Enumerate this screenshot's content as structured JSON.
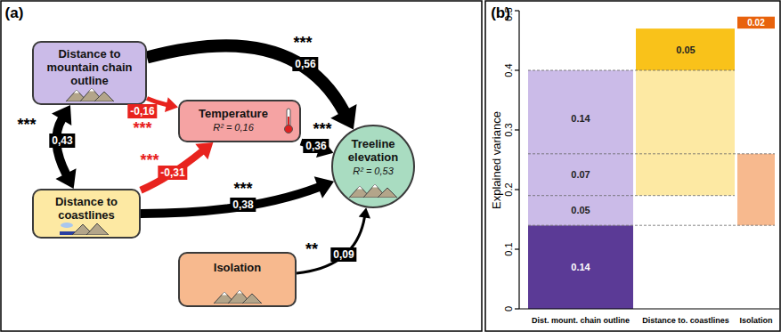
{
  "diagram": {
    "nodes": [
      {
        "text": [
          "Distance to mountain chain outline"
        ]
      },
      {
        "text": [
          "Temperature",
          "R² = 0,16"
        ]
      },
      {
        "text": [
          "Treeline elevation",
          "R² = 0,53"
        ]
      },
      {
        "text": [
          "Distance to coastlines"
        ]
      },
      {
        "text": [
          "Isolation"
        ]
      }
    ],
    "edges": [
      {
        "from": 0,
        "to": 2,
        "label": "0,56",
        "arrow": "to"
      },
      {
        "from": 0,
        "to": 3,
        "label": "0,43",
        "arrow": "both"
      },
      {
        "from": 0,
        "to": 1,
        "label": "-0,16",
        "arrow": "to"
      },
      {
        "from": 3,
        "to": 1,
        "label": "-0,31",
        "arrow": "to"
      },
      {
        "from": 1,
        "to": 2,
        "label": "0,36",
        "arrow": "to"
      },
      {
        "from": 3,
        "to": 2,
        "label": "0,38",
        "arrow": "to"
      },
      {
        "from": 4,
        "to": 2,
        "label": "0,09",
        "arrow": "to"
      }
    ],
    "labels": [
      "(a)",
      "***",
      "***",
      "***",
      "***",
      "***",
      "***",
      "**",
      "(b)",
      "0",
      "0.1",
      "0.2",
      "0.3",
      "0.4",
      "0.5",
      "Explained variance",
      "0.14",
      "0.07",
      "0.05",
      "0.14",
      "0.05",
      "0.02",
      "Dist. mount. chain outline",
      "Distance to. coastlines",
      "Isolation"
    ]
  }
}
